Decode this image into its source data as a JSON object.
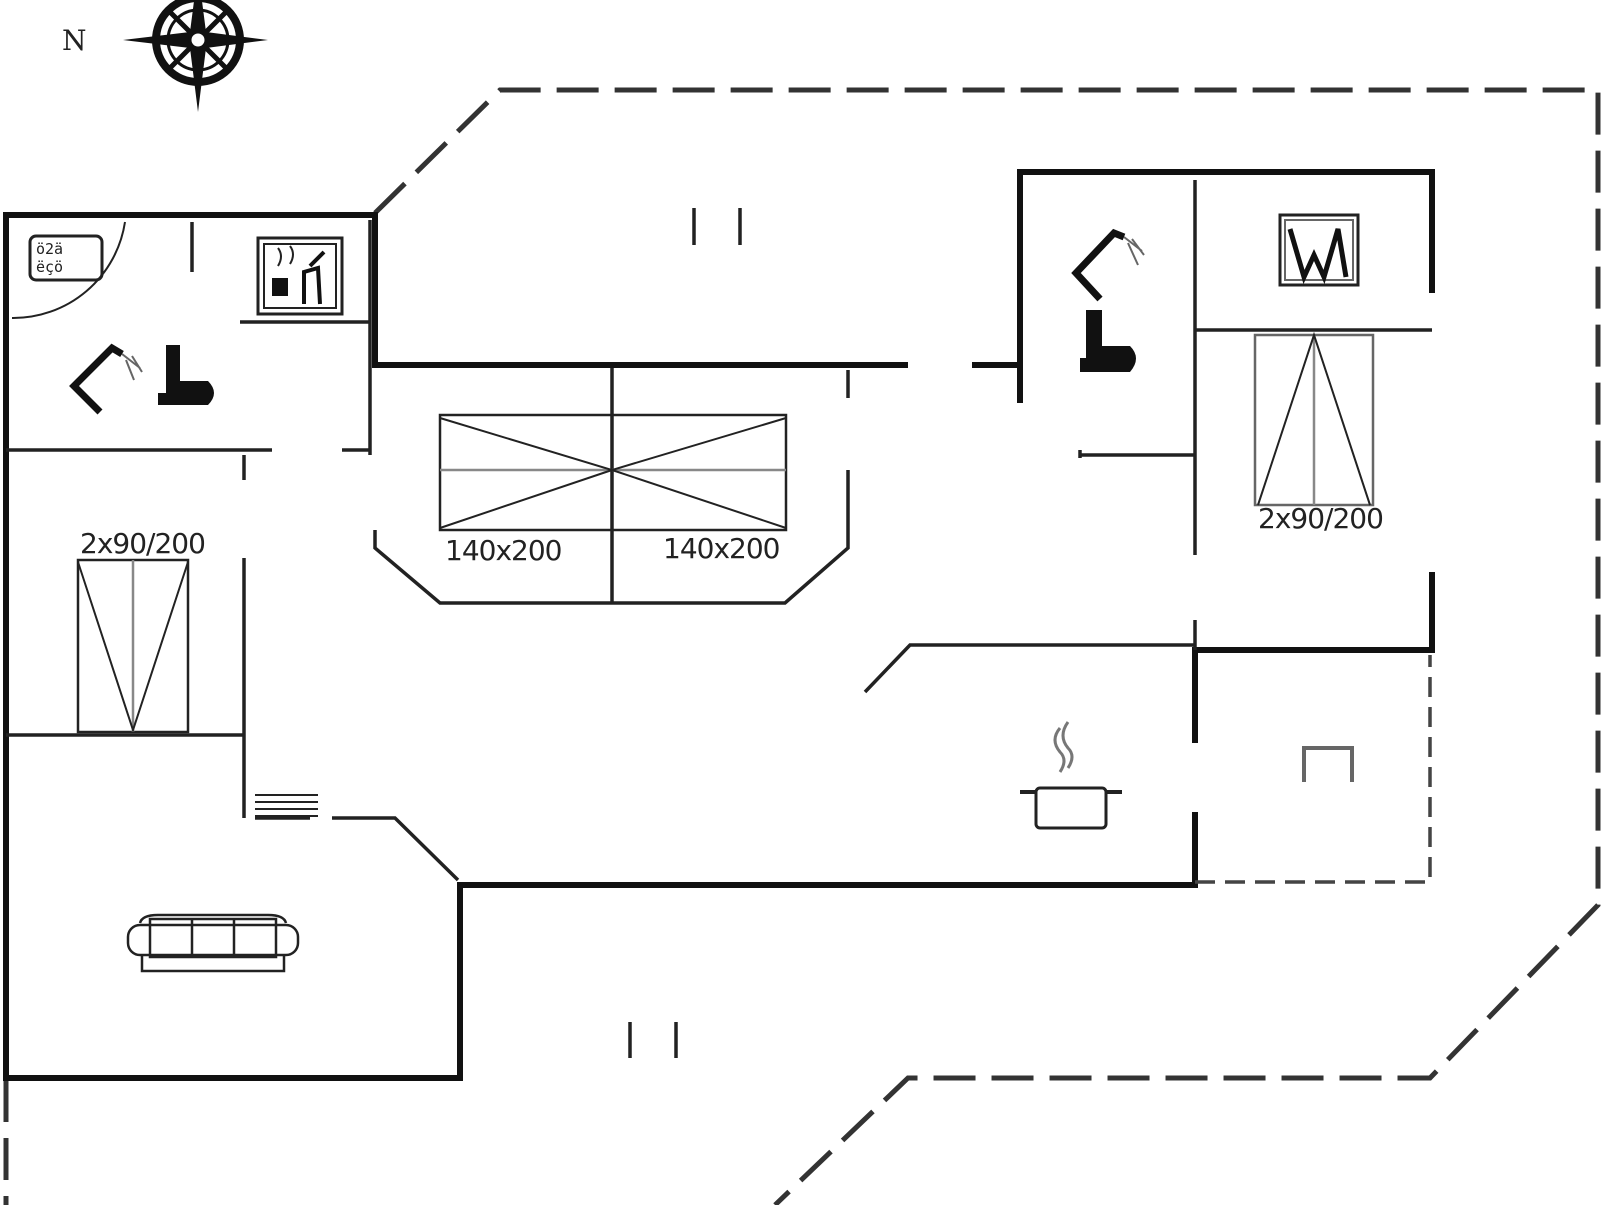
{
  "compass": {
    "north_label": "N",
    "icon": "compass-rose-icon"
  },
  "beds": {
    "left_bedroom": "2x90/200",
    "double_bed_left": "140x200",
    "double_bed_right": "140x200",
    "right_bedroom": "2x90/200"
  },
  "icons": [
    "washing-machine-icon",
    "sauna-icon",
    "shower-icon",
    "toilet-icon",
    "sink-icon",
    "stove-pot-icon",
    "sofa-icon",
    "stairs-icon",
    "door-icon"
  ],
  "colors": {
    "wall": "#111111",
    "background": "#ffffff"
  }
}
